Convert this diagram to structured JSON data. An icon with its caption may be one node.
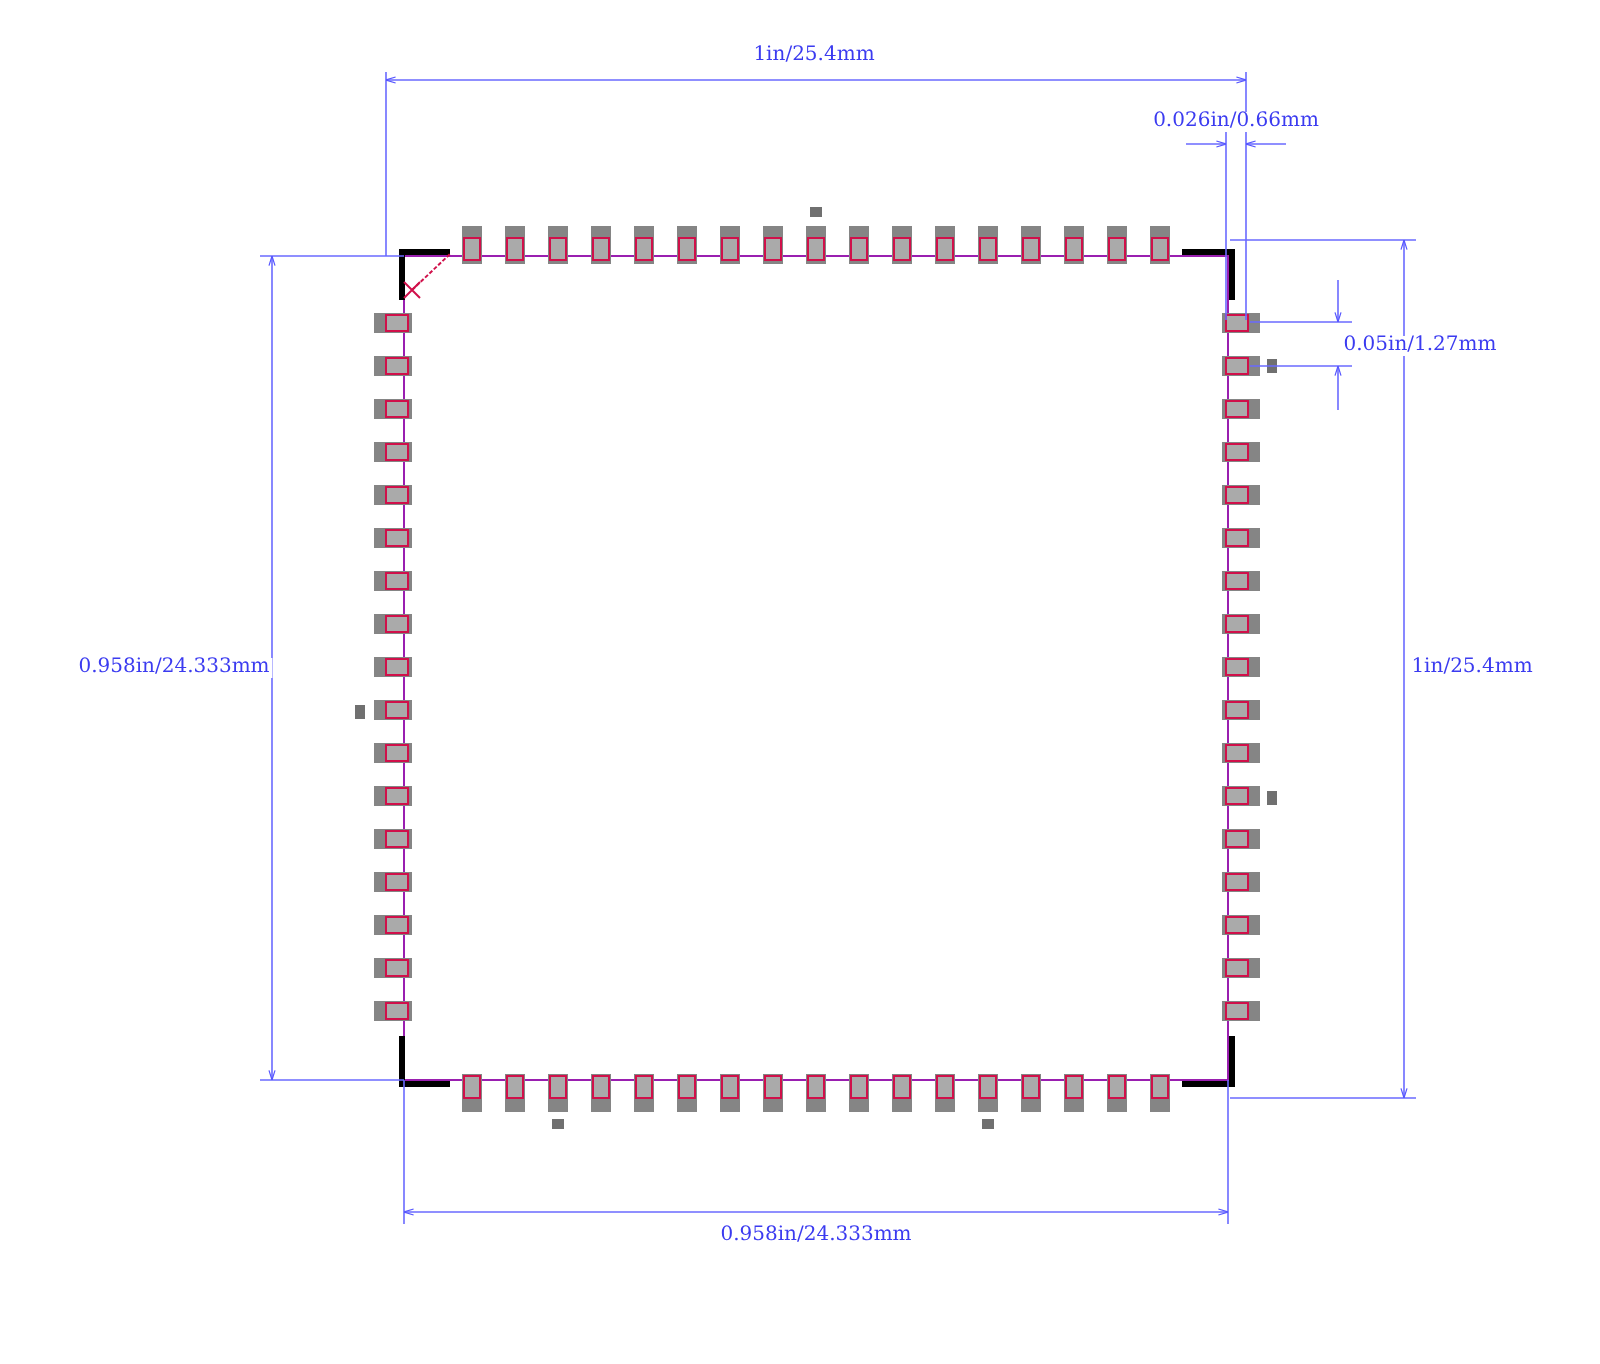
{
  "diagram": {
    "labels": [
      "1in/25.4mm",
      "0.026in/0.66mm",
      "0.05in/1.27mm",
      "0.958in/24.333mm",
      "1in/25.4mm",
      "0.958in/24.333mm"
    ]
  }
}
